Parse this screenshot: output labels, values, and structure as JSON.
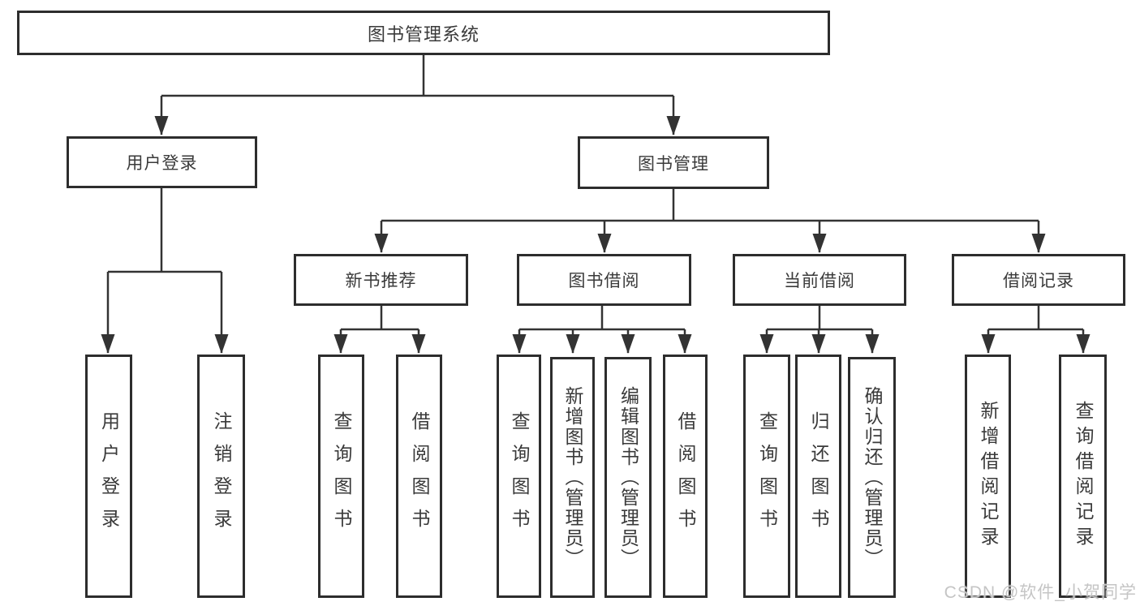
{
  "diagram": {
    "root": {
      "label": "图书管理系统"
    },
    "level2": [
      {
        "label": "用户登录"
      },
      {
        "label": "图书管理"
      }
    ],
    "level3": [
      {
        "label": "新书推荐"
      },
      {
        "label": "图书借阅"
      },
      {
        "label": "当前借阅"
      },
      {
        "label": "借阅记录"
      }
    ],
    "leaves": {
      "user_login": [
        {
          "label": "用户登录"
        },
        {
          "label": "注销登录"
        }
      ],
      "new_book_recommend": [
        {
          "label": "查询图书"
        },
        {
          "label": "借阅图书"
        }
      ],
      "book_borrow": [
        {
          "label": "查询图书"
        },
        {
          "label": "新增图书（管理员）"
        },
        {
          "label": "编辑图书（管理员）"
        },
        {
          "label": "借阅图书"
        }
      ],
      "current_borrow": [
        {
          "label": "查询图书"
        },
        {
          "label": "归还图书"
        },
        {
          "label": "确认归还（管理员）"
        }
      ],
      "borrow_records": [
        {
          "label": "新增借阅记录"
        },
        {
          "label": "查询借阅记录"
        }
      ]
    },
    "watermark": "CSDN @软件_小贺同学",
    "colors": {
      "line": "#333333",
      "box_border": "#2d2d2d",
      "text": "#3a3a3a",
      "watermark": "#c5c5c5",
      "background": "#ffffff"
    }
  }
}
